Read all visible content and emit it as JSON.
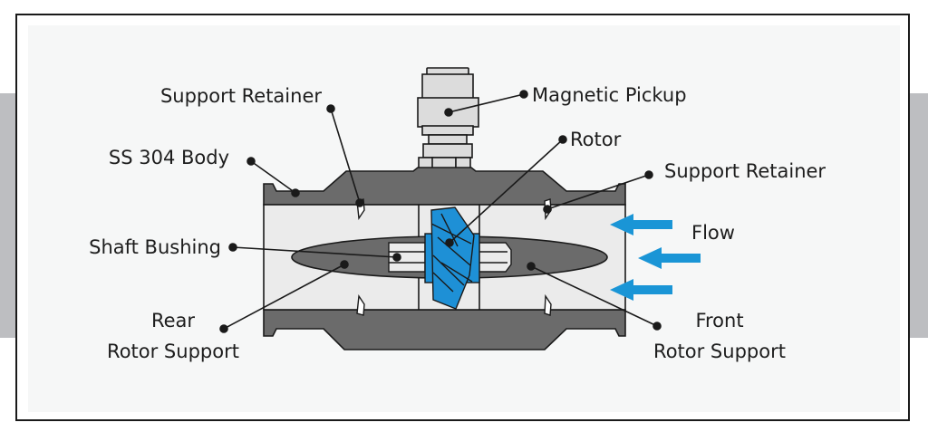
{
  "diagram": {
    "title": "Turbine Flow Meter Cross-Section",
    "labels": {
      "support_retainer_left": "Support Retainer",
      "ss304_body": "SS 304 Body",
      "shaft_bushing": "Shaft Bushing",
      "rear_rotor_support_line1": "Rear",
      "rear_rotor_support_line2": "Rotor Support",
      "magnetic_pickup": "Magnetic Pickup",
      "rotor": "Rotor",
      "support_retainer_right": "Support Retainer",
      "flow": "Flow",
      "front_rotor_support_line1": "Front",
      "front_rotor_support_line2": "Rotor Support"
    },
    "colors": {
      "body": "#6b6b6b",
      "channel": "#ebebeb",
      "rotor": "#1e90d6",
      "flow_arrow": "#1a95d6",
      "pickup": "#dcdcdc",
      "outline": "#1a1a1a"
    },
    "flow_direction": "right-to-left"
  }
}
